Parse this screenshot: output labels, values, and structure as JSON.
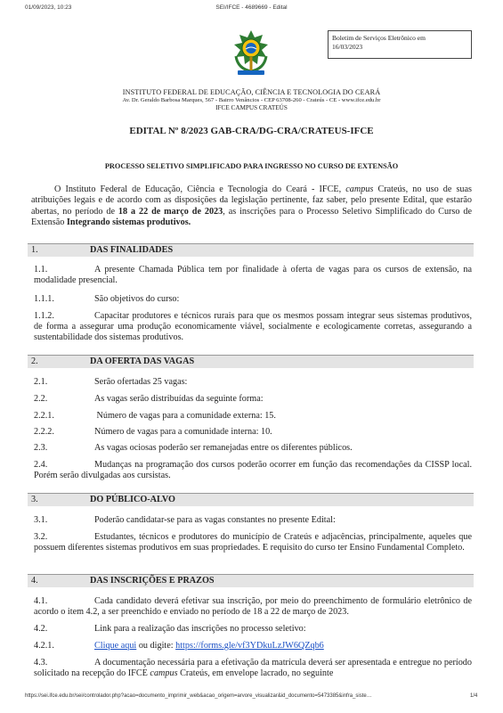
{
  "print_header": {
    "datetime": "01/09/2023, 10:23",
    "doc_ref": "SEI/IFCE - 4689669 - Edital"
  },
  "bulletin": {
    "line1": "Boletim de Serviços Eletrônico em",
    "line2": "16/03/2023"
  },
  "institution": {
    "name": "INSTITUTO FEDERAL DE EDUCAÇÃO, CIÊNCIA E TECNOLOGIA DO CEARÁ",
    "address": "Av. Dr. Geraldo Barbosa Marques, 567 - Bairro Venâncios - CEP 63708-260 - Crateús - CE - www.ifce.edu.br",
    "campus": "IFCE CAMPUS CRATEÚS"
  },
  "title": "EDITAL Nº 8/2023 GAB-CRA/DG-CRA/CRATEUS-IFCE",
  "subtitle": "PROCESSO SELETIVO SIMPLIFICADO PARA INGRESSO NO CURSO DE EXTENSÃO",
  "intro": {
    "part1": "O Instituto Federal de Educação, Ciência e Tecnologia do Ceará - IFCE, ",
    "italic": "campus",
    "part2": " Crateús, no uso de suas atribuições legais e de acordo com as disposições da legislação pertinente, faz saber, pelo presente Edital, que estarão abertas, no período de ",
    "dates": "18 a 22 de março de 2023",
    "part3": ", as inscrições para o Processo Seletivo Simplificado do Curso de Extensão ",
    "course": "Integrando sistemas produtivos."
  },
  "sections": [
    {
      "num": "1.",
      "title": "DAS FINALIDADES"
    },
    {
      "num": "2.",
      "title": "DA OFERTA DAS VAGAS"
    },
    {
      "num": "3.",
      "title": "DO PÚBLICO-ALVO"
    },
    {
      "num": "4.",
      "title": "DAS INSCRIÇÕES E PRAZOS"
    }
  ],
  "paragraphs": [
    {
      "num": "1.1.",
      "text": "A presente Chamada Pública tem por finalidade à oferta de vagas para os cursos de extensão, na modalidade presencial."
    },
    {
      "num": "1.1.1.",
      "text": "São objetivos do curso:"
    },
    {
      "num": "1.1.2.",
      "text": "Capacitar produtores e técnicos rurais para que os mesmos possam integrar seus sistemas produtivos, de forma a assegurar uma produção economicamente viável, socialmente e ecologicamente corretas, assegurando a sustentabilidade dos sistemas produtivos."
    },
    {
      "num": "2.1.",
      "text": "Serão ofertadas 25 vagas:"
    },
    {
      "num": "2.2.",
      "text": "As vagas serão distribuídas da seguinte forma:"
    },
    {
      "num": "2.2.1.",
      "text": " Número de vagas para a comunidade externa: 15."
    },
    {
      "num": "2.2.2.",
      "text": "Número de vagas para a comunidade interna: 10."
    },
    {
      "num": "2.3.",
      "text": "As vagas ociosas poderão ser remanejadas entre os diferentes públicos."
    },
    {
      "num": "2.4.",
      "text": "Mudanças na programação dos cursos poderão ocorrer em função das recomendações da CISSP local. Porém serão divulgadas aos cursistas."
    },
    {
      "num": "3.1.",
      "text": "Poderão candidatar-se para as vagas constantes no presente Edital:"
    },
    {
      "num": "3.2.",
      "text": "Estudantes, técnicos e produtores do município de Crateús e adjacências, principalmente, aqueles que possuem diferentes sistemas produtivos em suas propriedades. E requisito do curso ter Ensino Fundamental Completo."
    },
    {
      "num": "4.1.",
      "text": "Cada candidato deverá efetivar sua inscrição, por meio do preenchimento de formulário eletrônico de acordo o item 4.2, a ser preenchido e enviado no período de 18 a 22 de março de 2023."
    },
    {
      "num": "4.2.",
      "text": "Link para a realização das inscrições no processo seletivo:"
    }
  ],
  "p421": {
    "num": "4.2.1.",
    "link1": "Clique aqui",
    "mid": " ou digite: ",
    "link2": "https://forms.gle/vf3YDkuLzJW6QZqb6"
  },
  "p43": {
    "num": "4.3.",
    "part1": "A documentação necessária para a efetivação da matrícula deverá ser apresentada e entregue no período solicitado na recepção do IFCE ",
    "italic": "campus",
    "part2": " Crateús, em envelope lacrado, no seguinte"
  },
  "print_footer": {
    "url": "https://sei.ifce.edu.br/sei/controlador.php?acao=documento_imprimir_web&acao_origem=arvore_visualizar&id_documento=5473385&infra_siste…",
    "page": "1/4"
  }
}
